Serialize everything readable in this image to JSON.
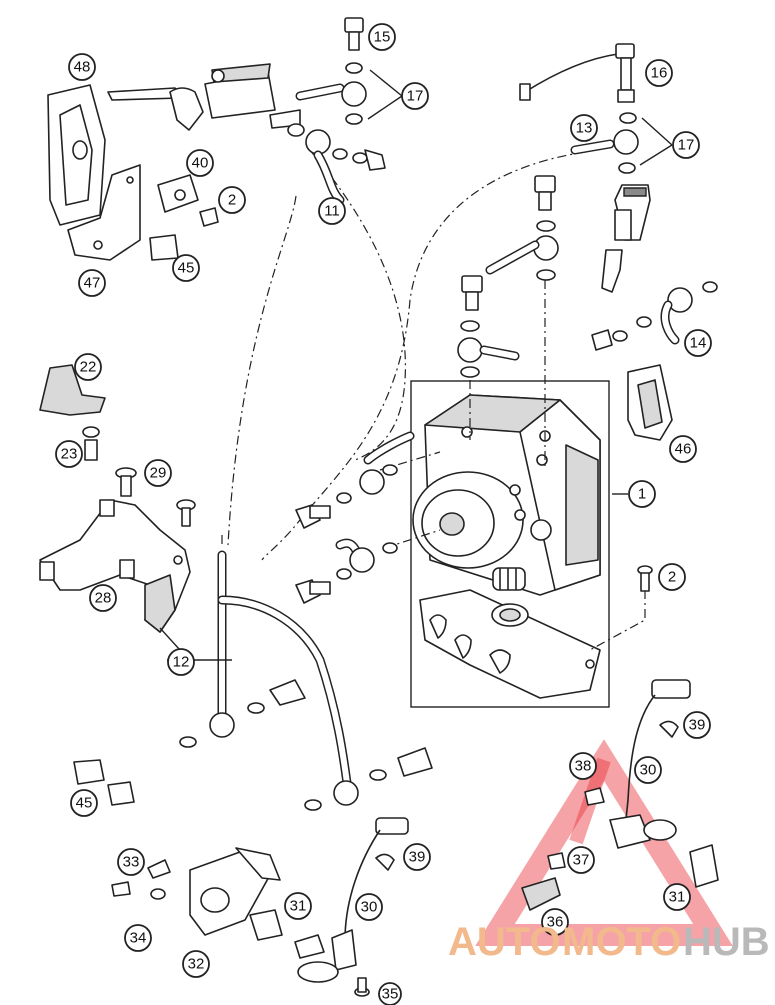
{
  "callouts": [
    {
      "id": "c-48",
      "label": "48"
    },
    {
      "id": "c-40",
      "label": "40"
    },
    {
      "id": "c-2a",
      "label": "2"
    },
    {
      "id": "c-45a",
      "label": "45"
    },
    {
      "id": "c-47",
      "label": "47"
    },
    {
      "id": "c-15",
      "label": "15"
    },
    {
      "id": "c-17a",
      "label": "17"
    },
    {
      "id": "c-11",
      "label": "11"
    },
    {
      "id": "c-16",
      "label": "16"
    },
    {
      "id": "c-13",
      "label": "13"
    },
    {
      "id": "c-17b",
      "label": "17"
    },
    {
      "id": "c-14",
      "label": "14"
    },
    {
      "id": "c-22",
      "label": "22"
    },
    {
      "id": "c-23",
      "label": "23"
    },
    {
      "id": "c-29",
      "label": "29"
    },
    {
      "id": "c-46",
      "label": "46"
    },
    {
      "id": "c-1",
      "label": "1"
    },
    {
      "id": "c-2b",
      "label": "2"
    },
    {
      "id": "c-28",
      "label": "28"
    },
    {
      "id": "c-12",
      "label": "12"
    },
    {
      "id": "c-39a",
      "label": "39"
    },
    {
      "id": "c-38",
      "label": "38"
    },
    {
      "id": "c-30a",
      "label": "30"
    },
    {
      "id": "c-45b",
      "label": "45"
    },
    {
      "id": "c-37",
      "label": "37"
    },
    {
      "id": "c-39b",
      "label": "39"
    },
    {
      "id": "c-33",
      "label": "33"
    },
    {
      "id": "c-31a",
      "label": "31"
    },
    {
      "id": "c-30b",
      "label": "30"
    },
    {
      "id": "c-31b",
      "label": "31"
    },
    {
      "id": "c-34",
      "label": "34"
    },
    {
      "id": "c-36",
      "label": "36"
    },
    {
      "id": "c-32",
      "label": "32"
    },
    {
      "id": "c-35",
      "label": "35"
    }
  ],
  "watermark": {
    "part1": "AUTO",
    "part2": "MOTO",
    "part3": "HUB",
    "color_triangle": "#e8333a",
    "color_text_orange": "#f2b98d",
    "color_text_gray": "#b9b9b9"
  }
}
